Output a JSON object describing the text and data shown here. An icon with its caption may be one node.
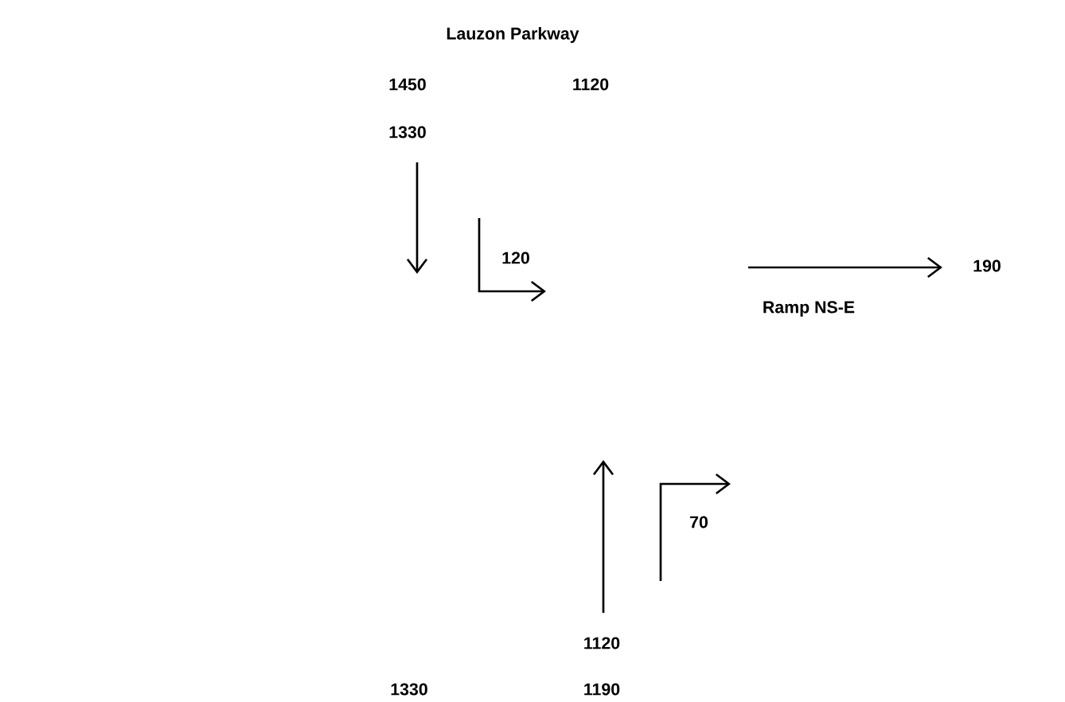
{
  "diagram": {
    "labels": [
      "Lauzon Parkway",
      "1450",
      "1120",
      "1330",
      "120",
      "190",
      "Ramp NS-E",
      "70",
      "1120",
      "1330",
      "1190"
    ]
  }
}
